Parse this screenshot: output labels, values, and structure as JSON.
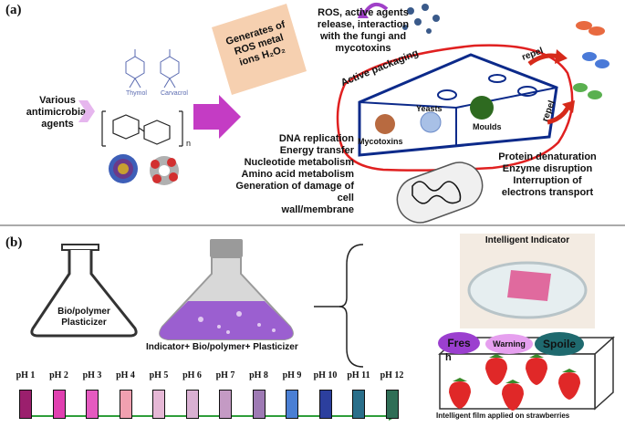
{
  "panel_a": {
    "label": "(a)",
    "agents_label": "Various antimicrobial agents",
    "thymol": "Thymol",
    "carvacrol": "Carvacrol",
    "polymer_n": "n",
    "scroll_text": [
      "Generates of",
      "ROS metal",
      "ions H₂O₂"
    ],
    "mechanisms": [
      "DNA replication",
      "Energy transfer",
      "Nucleotide metabolism",
      "Amino acid metabolism",
      "Generation of damage of cell",
      "wall/membrane"
    ],
    "ros_text": [
      "ROS, active agents",
      "release, interaction",
      "with the fungi and",
      "mycotoxins"
    ],
    "active_packaging": "Active packaging",
    "mycotoxins": "Mycotoxins",
    "yeasts": "Yeasts",
    "moulds": "Moulds",
    "repel1": "repel",
    "repel2": "repel",
    "effects": [
      "Protein denaturation",
      "Enzyme disruption",
      "Interruption of",
      "electrons transport"
    ]
  },
  "panel_b": {
    "label": "(b)",
    "flask1": [
      "Bio/polymer",
      "Plasticizer"
    ],
    "flask2": "Indicator+ Bio/polymer+ Plasticizer",
    "indicator_title": "Intelligent Indicator",
    "fresh": "Fres",
    "fresh2": "h",
    "warning": "Warning",
    "spoiled": "Spoile",
    "film_caption": "Intelligent film applied on strawberries",
    "ph_scale": [
      {
        "label": "pH 1",
        "color": "#9b1f6d"
      },
      {
        "label": "pH 2",
        "color": "#e040b0"
      },
      {
        "label": "pH 3",
        "color": "#e55ac0"
      },
      {
        "label": "pH 4",
        "color": "#f0a0b0"
      },
      {
        "label": "pH 5",
        "color": "#e6b8d6"
      },
      {
        "label": "pH 6",
        "color": "#d9b0d2"
      },
      {
        "label": "pH 7",
        "color": "#c49ac4"
      },
      {
        "label": "pH 8",
        "color": "#9e7ab4"
      },
      {
        "label": "pH 9",
        "color": "#4a7fd4"
      },
      {
        "label": "pH 10",
        "color": "#2c3f9e"
      },
      {
        "label": "pH 11",
        "color": "#2a6f8a"
      },
      {
        "label": "pH 12",
        "color": "#2f6e56"
      }
    ]
  },
  "colors": {
    "arrow_magenta": "#c43cc4",
    "packaging_red": "#e02020",
    "repel_red": "#d62a1a",
    "ph_arrow_green": "#2e9e3a",
    "fresh": "#9b3fcf",
    "warning": "#e6a0ef",
    "spoiled": "#1f6a6f"
  }
}
